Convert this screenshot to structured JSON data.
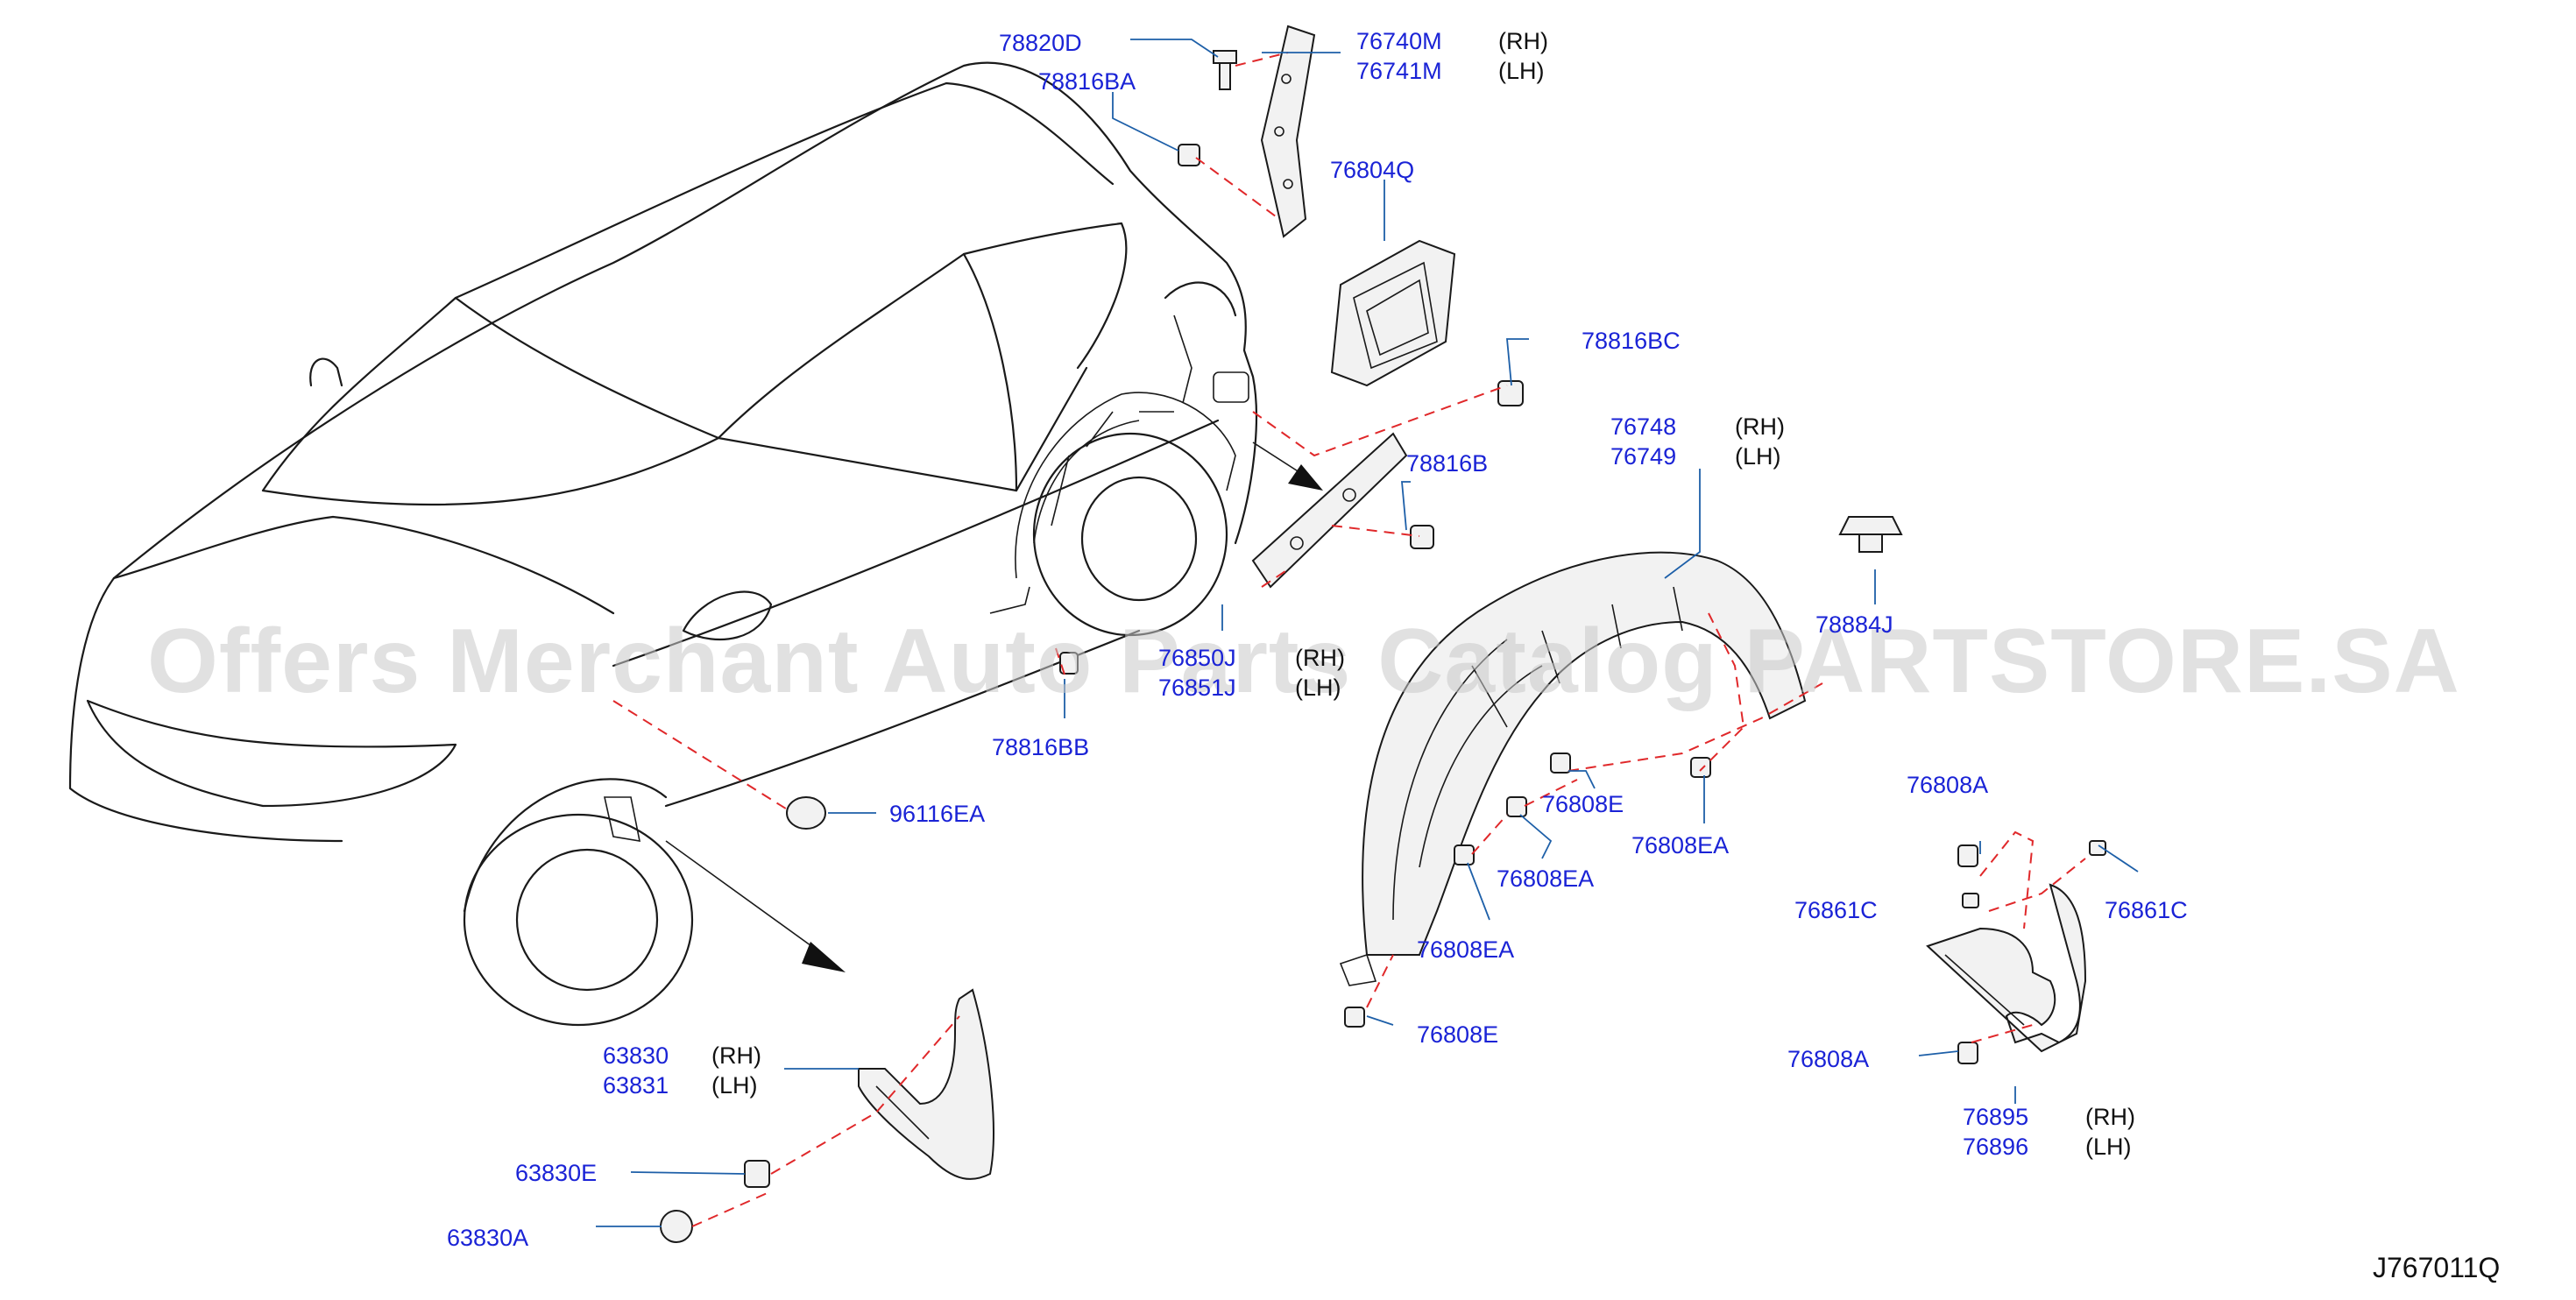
{
  "watermark": "Offers Merchant Auto Parts Catalog PARTSTORE.SA",
  "diagram_code": "J767011Q",
  "callouts": {
    "p78820D": "78820D",
    "p76740M": "76740M",
    "p76741M": "76741M",
    "p78816BA": "78816BA",
    "p76804Q": "76804Q",
    "p78816BC": "78816BC",
    "p76748": "76748",
    "p76749": "76749",
    "p78816B": "78816B",
    "p78884J": "78884J",
    "p76850J": "76850J",
    "p76851J": "76851J",
    "p78816BB": "78816BB",
    "p96116EA": "96116EA",
    "p76808E_a": "76808E",
    "p76808EA_a": "76808EA",
    "p76808EA_b": "76808EA",
    "p76808EA_c": "76808EA",
    "p76808E_b": "76808E",
    "p76808A_a": "76808A",
    "p76861C_a": "76861C",
    "p76861C_b": "76861C",
    "p76808A_b": "76808A",
    "p76895": "76895",
    "p76896": "76896",
    "p63830": "63830",
    "p63831": "63831",
    "p63830E": "63830E",
    "p63830A": "63830A"
  },
  "sides": {
    "rh": "(RH)",
    "lh": "(LH)"
  }
}
